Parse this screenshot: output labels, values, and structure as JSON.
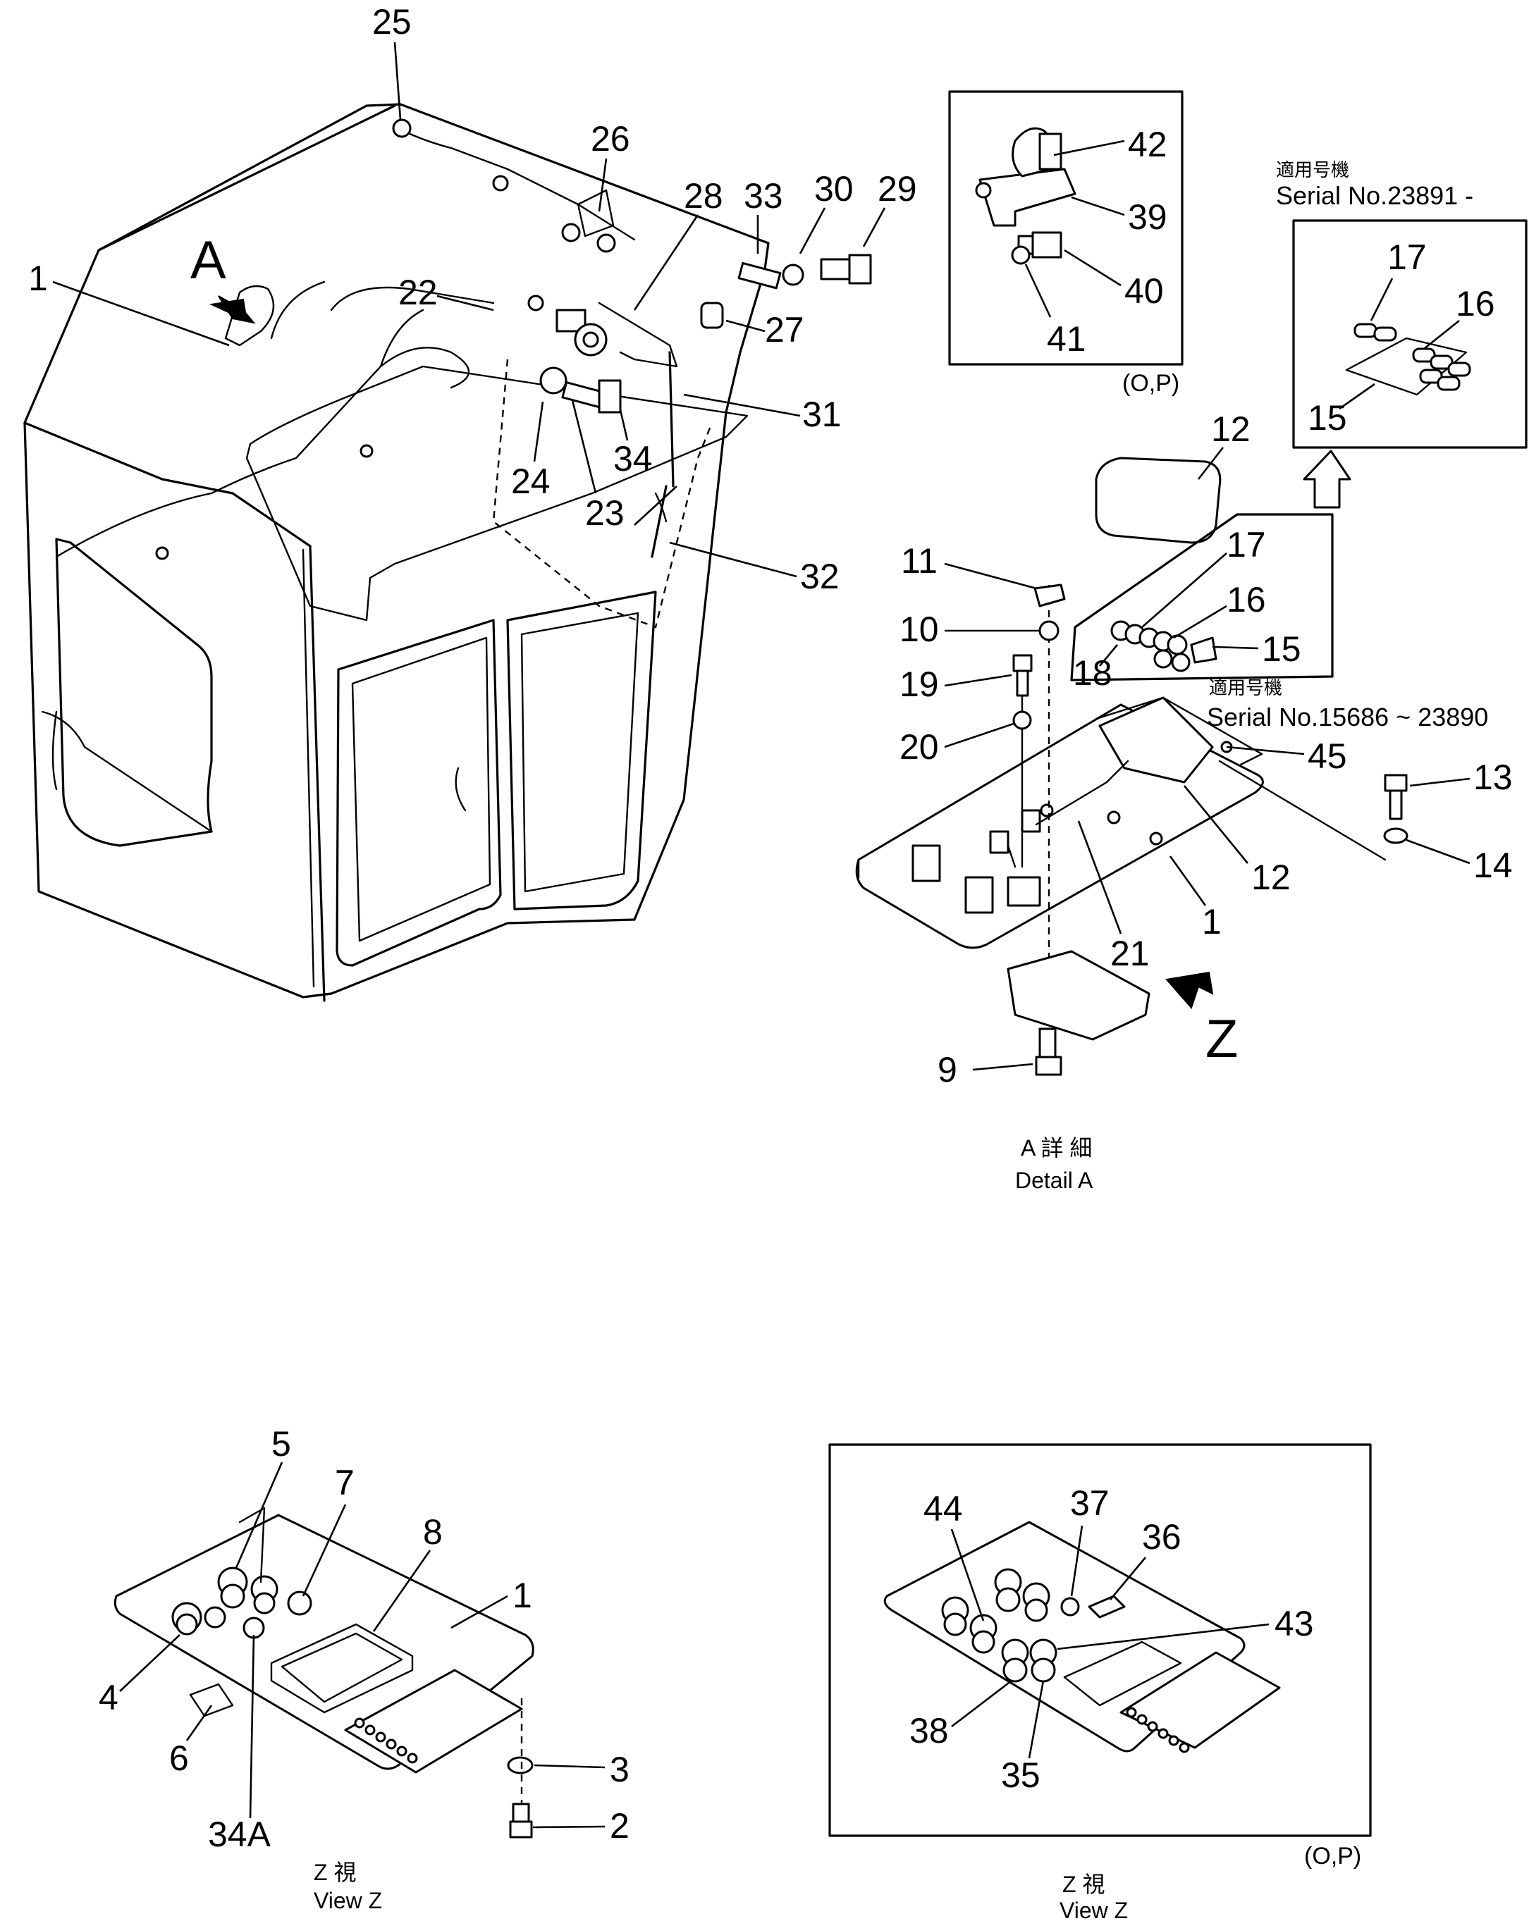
{
  "view_labels": {
    "arrow_a": "A",
    "arrow_z": "Z"
  },
  "callouts": {
    "c25": "25",
    "c26": "26",
    "c28": "28",
    "c33": "33",
    "c30": "30",
    "c29": "29",
    "c1_main": "1",
    "c22": "22",
    "c27": "27",
    "c31": "31",
    "c24": "24",
    "c34": "34",
    "c23": "23",
    "c32": "32",
    "c42": "42",
    "c39": "39",
    "c40": "40",
    "c41": "41",
    "c17_inset": "17",
    "c16_inset": "16",
    "c15_inset": "15",
    "c12_top": "12",
    "c11": "11",
    "c10": "10",
    "c19": "19",
    "c20": "20",
    "c17_det": "17",
    "c16_det": "16",
    "c15_det": "15",
    "c18": "18",
    "c45": "45",
    "c13": "13",
    "c14": "14",
    "c12_det": "12",
    "c1_det": "1",
    "c21": "21",
    "c9": "9",
    "c5": "5",
    "c7": "7",
    "c8": "8",
    "c1_z": "1",
    "c4": "4",
    "c6": "6",
    "c34a": "34A",
    "c3": "3",
    "c2": "2",
    "c44": "44",
    "c37": "37",
    "c36": "36",
    "c43": "43",
    "c38": "38",
    "c35": "35"
  },
  "serial_notes": {
    "note_a_jp": "適用号機",
    "note_a": "Serial No.23891 -",
    "note_b_jp": "適用号機",
    "note_b": "Serial No.15686 ~ 23890"
  },
  "option_marks": {
    "op1": "(O,P)",
    "op2": "(O,P)"
  },
  "captions": {
    "detail_a_jp": "A 詳 細",
    "detail_a": "Detail A",
    "view_z1_jp": "Z 視",
    "view_z1": "View Z",
    "view_z2_jp": "Z 視",
    "view_z2": "View Z"
  }
}
